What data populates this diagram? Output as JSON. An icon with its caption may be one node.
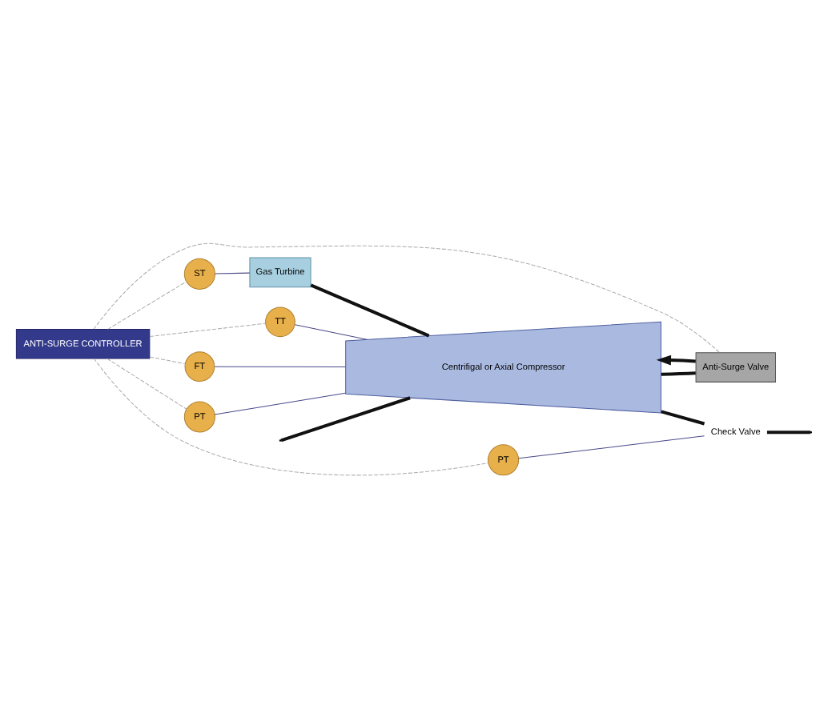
{
  "diagram": {
    "nodes": [
      {
        "text": [
          "ANTI-SURGE CONTROLLER"
        ]
      },
      {
        "text": [
          "TT"
        ]
      },
      {
        "text": [
          "FT"
        ]
      },
      {
        "text": [
          "PT"
        ]
      },
      {
        "text": [
          "Anti-Surge Valve"
        ]
      },
      {
        "text": [
          "Check Valve"
        ]
      },
      {
        "text": [
          "PT"
        ]
      },
      {
        "text": [
          "Centrifigal or Axial Compressor"
        ]
      },
      {
        "text": [
          "Gas Turbine"
        ]
      },
      {
        "text": [
          "ST"
        ]
      }
    ],
    "edges": [
      {
        "from": 0,
        "to": 1,
        "arrow": "none",
        "style": "dashed",
        "color": "#aaaaaa"
      },
      {
        "from": 0,
        "to": 2,
        "arrow": "none",
        "style": "dashed",
        "color": "#aaaaaa"
      },
      {
        "from": 0,
        "to": 3,
        "arrow": "none",
        "style": "dashed",
        "color": "#aaaaaa"
      },
      {
        "from": 0,
        "to": 4,
        "arrow": "none",
        "style": "dashed",
        "color": "#aaaaaa"
      },
      {
        "from": 0,
        "to": 6,
        "arrow": "none",
        "style": "dashed",
        "color": "#aaaaaa"
      },
      {
        "from": 0,
        "to": 9,
        "arrow": "none",
        "style": "dashed",
        "color": "#aaaaaa"
      },
      {
        "from": null,
        "to": 7,
        "arrow": "none",
        "style": "thick",
        "color": "#111111"
      },
      {
        "from": 7,
        "to": 4,
        "arrow": "none",
        "style": "thick",
        "color": "#111111"
      },
      {
        "from": 4,
        "to": 7,
        "arrow": "to",
        "style": "thick",
        "color": "#111111"
      },
      {
        "from": 7,
        "to": 5,
        "arrow": "none",
        "style": "thick",
        "color": "#111111"
      },
      {
        "from": 5,
        "to": null,
        "arrow": "none",
        "style": "thick",
        "color": "#111111"
      },
      {
        "from": 8,
        "to": 7,
        "arrow": "none",
        "style": "thick",
        "color": "#111111"
      },
      {
        "from": 1,
        "to": 7,
        "arrow": "none",
        "color": "#4a4a8a"
      },
      {
        "from": 2,
        "to": 7,
        "arrow": "none",
        "color": "#4a4a8a"
      },
      {
        "from": 3,
        "to": 7,
        "arrow": "none",
        "color": "#4a4a8a"
      },
      {
        "from": 6,
        "to": 5,
        "arrow": "none",
        "color": "#4a4a8a"
      },
      {
        "from": 9,
        "to": 8,
        "arrow": "none",
        "color": "#4a4a8a"
      }
    ]
  }
}
